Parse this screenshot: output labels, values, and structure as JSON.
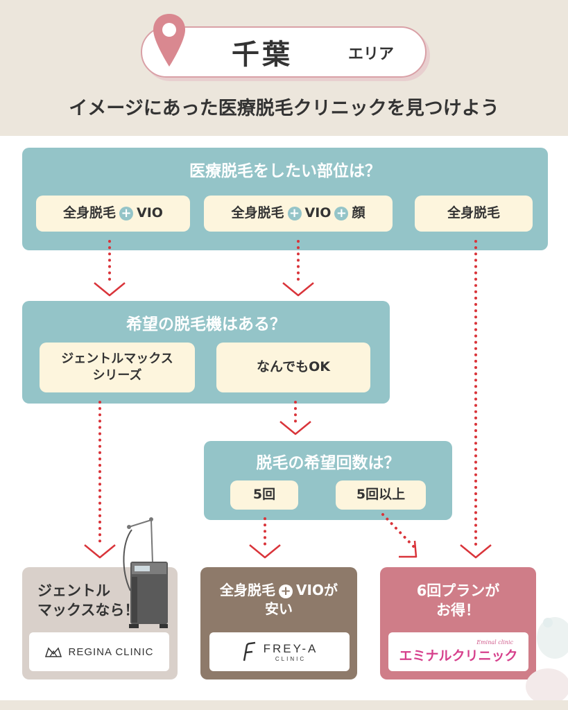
{
  "header": {
    "area_name": "千葉",
    "area_label": "エリア",
    "subtitle": "イメージにあった医療脱毛クリニックを見つけよう"
  },
  "q1": {
    "title": "医療脱毛をしたい部位は？",
    "options": [
      {
        "part1": "全身脱毛",
        "part2": "VIO"
      },
      {
        "part1": "全身脱毛",
        "part2": "VIO",
        "part3": "顔"
      },
      {
        "part1": "全身脱毛"
      }
    ]
  },
  "q2": {
    "title": "希望の脱毛機はある？",
    "options": [
      {
        "line1": "ジェントルマックス",
        "line2": "シリーズ"
      },
      {
        "line1": "なんでもOK"
      }
    ]
  },
  "q3": {
    "title": "脱毛の希望回数は？",
    "options": [
      "5回",
      "5回以上"
    ]
  },
  "results": [
    {
      "line1": "ジェントル",
      "line2": "マックスなら！",
      "logo": "REGINA CLINIC",
      "color": "#d9d0ca"
    },
    {
      "line1a": "全身脱毛",
      "line1b": "VIOが",
      "line2": "安い",
      "logo": "FREY-A",
      "logo_sub": "CLINIC",
      "color": "#8e7a6a"
    },
    {
      "line1": "6回プランが",
      "line2": "お得！",
      "logo": "エミナルクリニック",
      "logo_small": "Eminal clinic",
      "color": "#cf7d88"
    }
  ],
  "colors": {
    "teal": "#94c4c8",
    "cream": "#fdf5dd",
    "arrow": "#d9343a",
    "beige": "#ece6dc"
  },
  "icons": [
    "map-pin-icon",
    "plus-icon",
    "down-arrow-icon",
    "laser-machine-icon",
    "regina-crown-icon",
    "freya-f-icon"
  ]
}
